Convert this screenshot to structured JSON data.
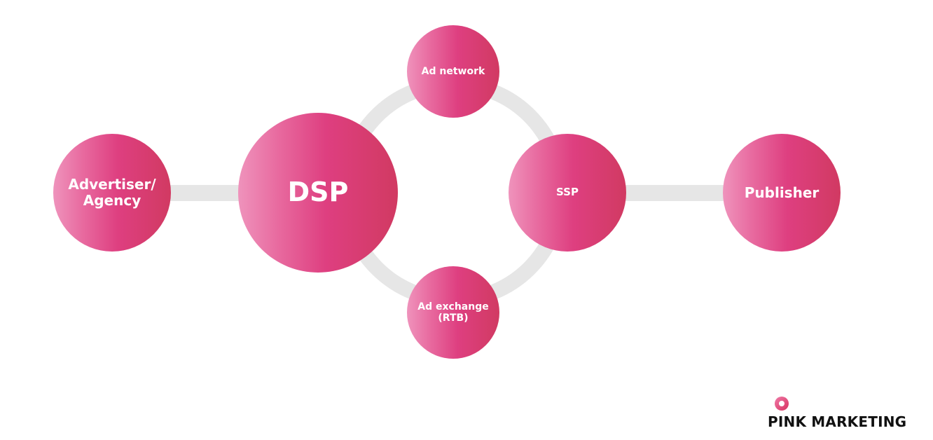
{
  "diagram": {
    "title": "Programmatic advertising ecosystem",
    "nodes": {
      "advertiser": {
        "line1": "Advertiser/",
        "line2": "Agency"
      },
      "dsp": {
        "label": "DSP"
      },
      "ad_network": {
        "label": "Ad network"
      },
      "ad_exchange": {
        "line1": "Ad exchange",
        "line2": "(RTB)"
      },
      "ssp": {
        "label": "SSP"
      },
      "publisher": {
        "label": "Publisher"
      }
    },
    "edges": [
      {
        "from": "Advertiser/Agency",
        "to": "DSP"
      },
      {
        "from": "DSP",
        "to": "Ad network"
      },
      {
        "from": "DSP",
        "to": "Ad exchange (RTB)"
      },
      {
        "from": "Ad network",
        "to": "SSP"
      },
      {
        "from": "Ad exchange (RTB)",
        "to": "SSP"
      },
      {
        "from": "SSP",
        "to": "Publisher"
      }
    ],
    "colors": {
      "node_gradient_start": "#ef93bc",
      "node_gradient_mid": "#de3f80",
      "node_gradient_end": "#d13a62",
      "connector": "#e6e6e6",
      "node_text": "#ffffff"
    }
  },
  "brand": {
    "logo_icon": "pink-ring-icon",
    "name": "PINK MARKETING"
  }
}
